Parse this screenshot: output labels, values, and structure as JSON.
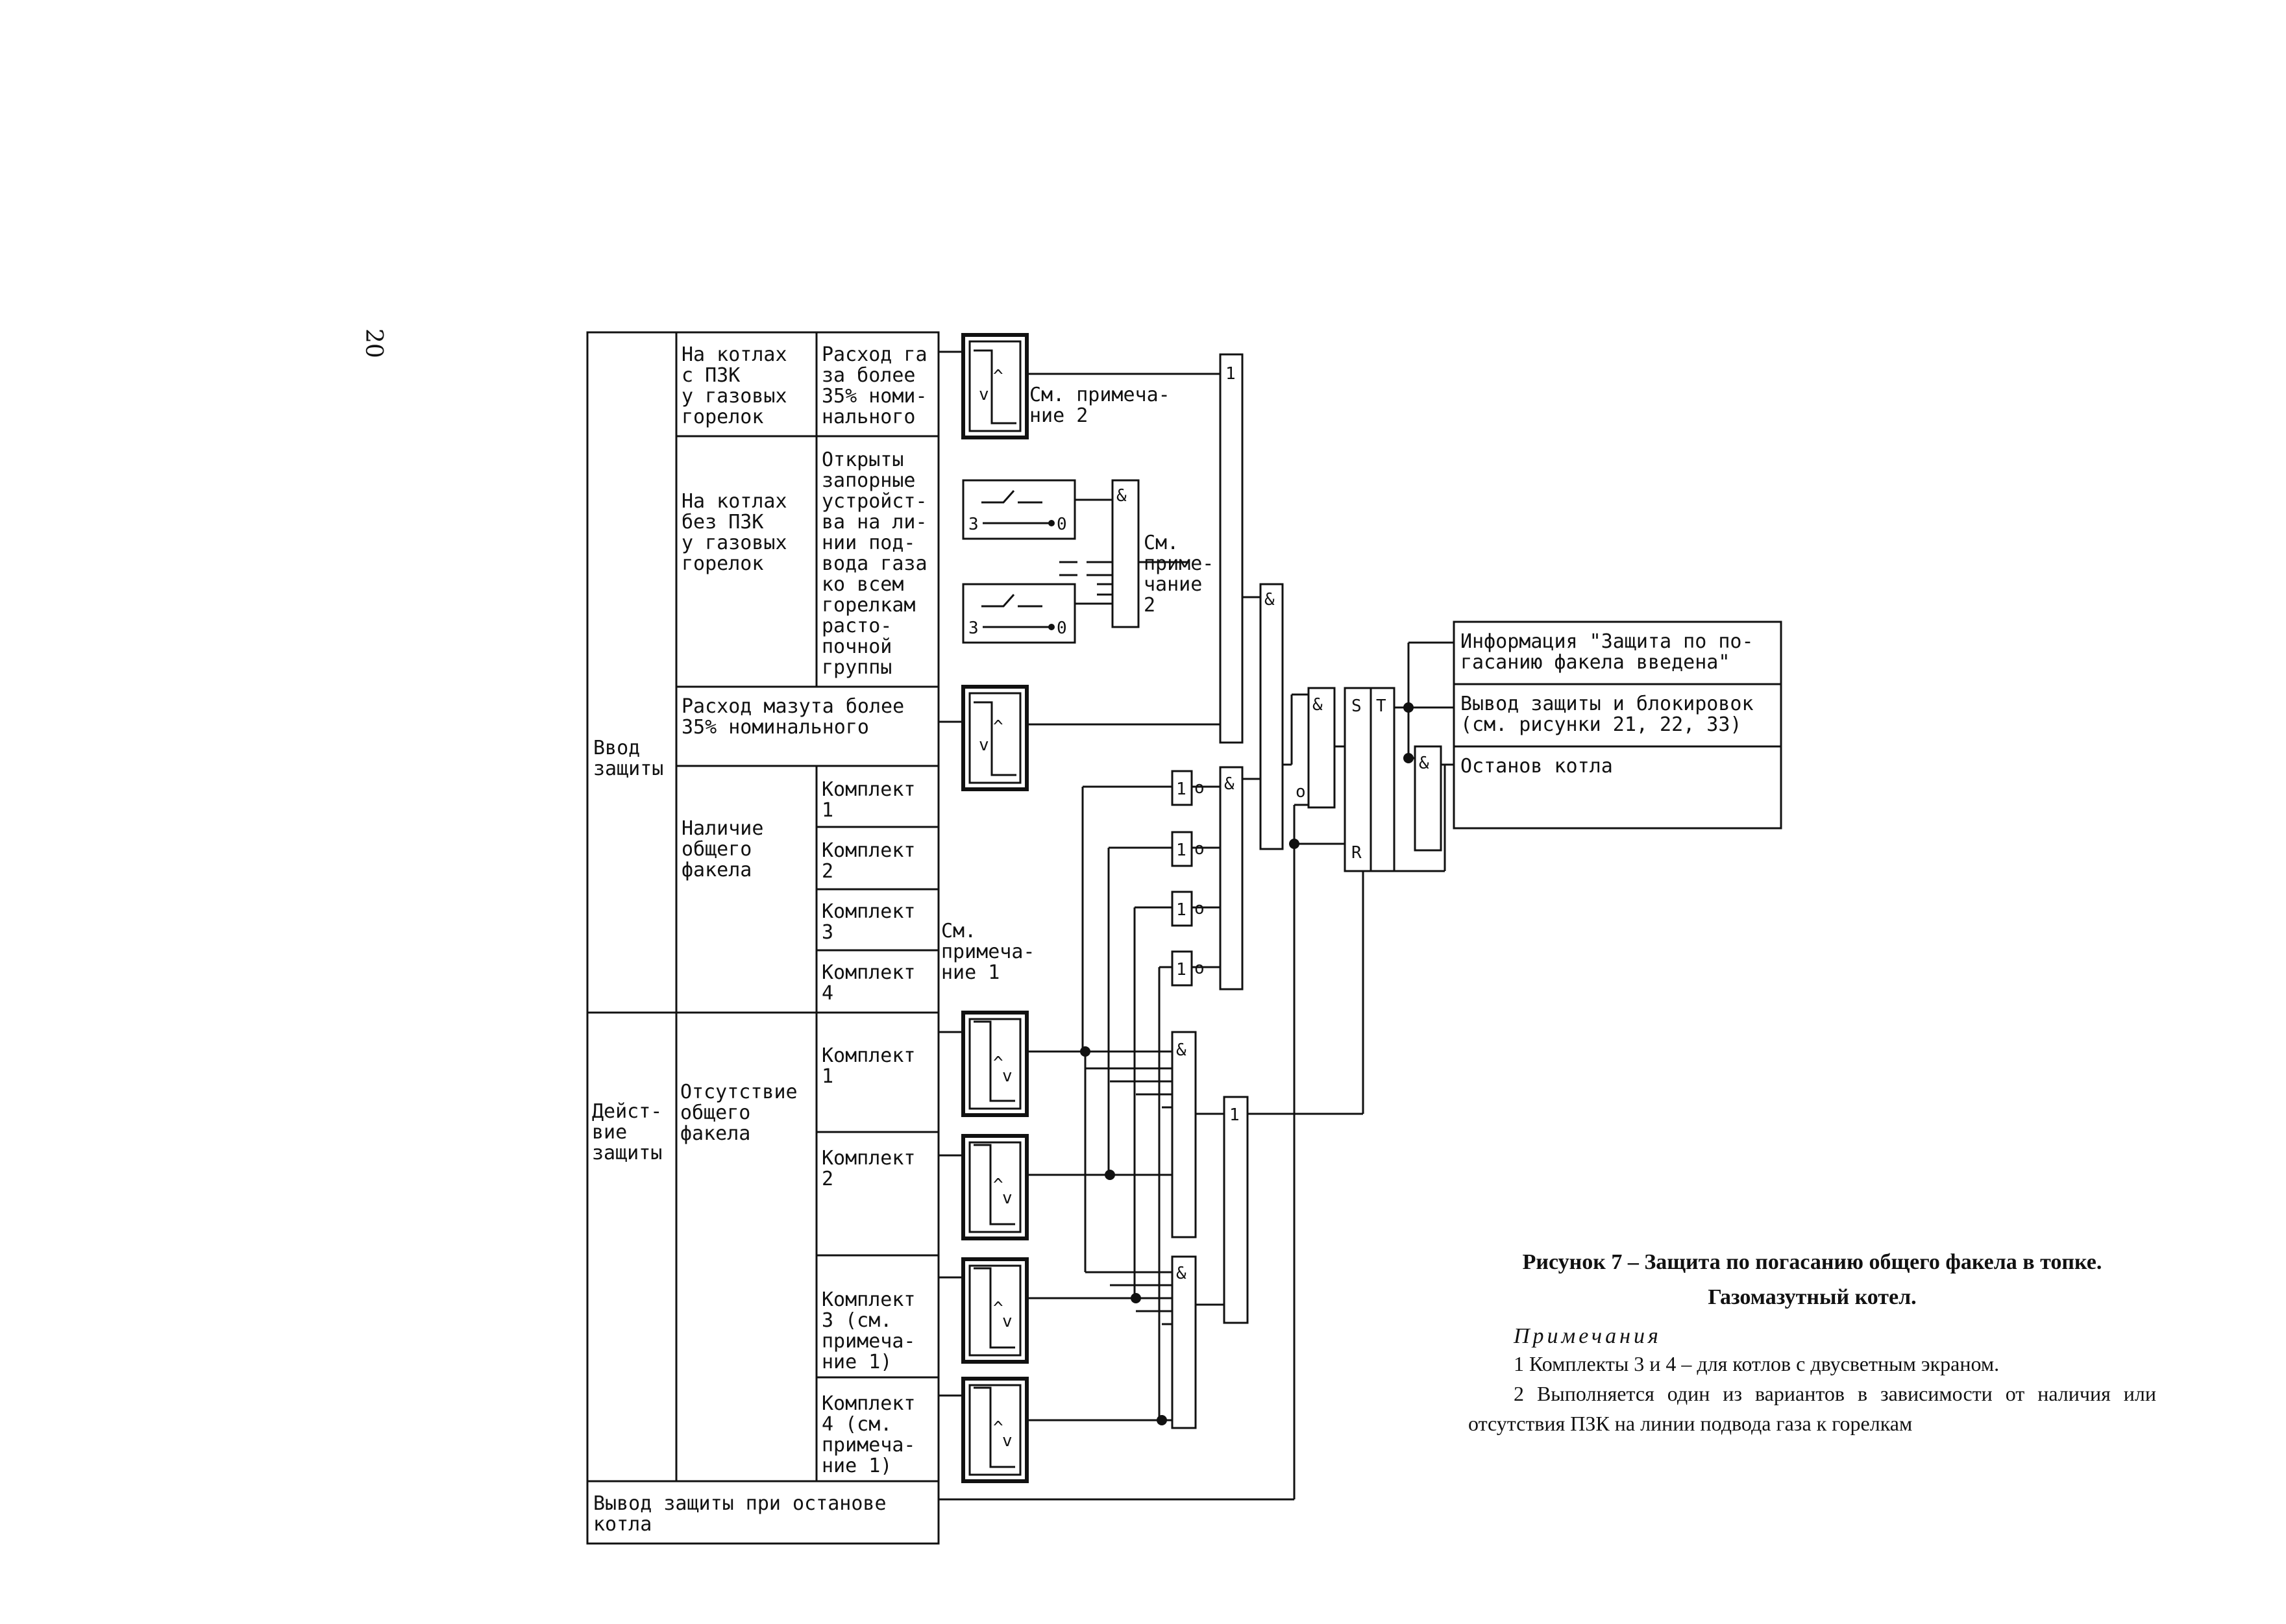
{
  "page_number": "20",
  "left_table": {
    "group_input": "Ввод\nзащиты",
    "group_action": "Дейст-\nвие\nзащиты",
    "with_pzk": "На котлах\nс  ПЗК\nу газовых\nгорелок",
    "gas_flow": "Расход га\nза более\n35% номи-\nнального",
    "without_pzk": "На котлах\nбез ПЗК\nу газовых\nгорелок",
    "valves_open": "Открыты\nзапорные\nустройст-\nва на ли-\nнии под-\nвода газа\nко всем\nгорелкам\nрасто-\nпочной\nгруппы",
    "fuel_oil_flow": "Расход мазута более\n35% номинального",
    "flame_present": "Наличие\nобщего\nфакела",
    "flame_absent": "Отсутствие\nобщего\nфакела",
    "kit1": "Комплект\n1",
    "kit2": "Комплект\n2",
    "kit3": "Комплект\n3",
    "kit4": "Комплект\n4",
    "kit1b": "Комплект\n1",
    "kit2b": "Комплект\n2",
    "kit3b": "Комплект\n3 (см.\nпримеча-\nние 1)",
    "kit4b": "Комплект\n4 (см.\nпримеча-\nние 1)",
    "disable_on_stop": "Вывод защиты при останове\nкотла"
  },
  "notes_refs": {
    "see_note2_top": "См. примеча-\nние 2",
    "see_note2_mid": "См.\nприме-\nчание\n2",
    "see_note1": "См.\nпримеча-\nние 1"
  },
  "switch_labels": {
    "sw1_left": "3",
    "sw1_right": "0",
    "sw2_left": "3",
    "sw2_right": "0"
  },
  "gate_labels": {
    "or": "1",
    "and": "&",
    "not_out": "o",
    "set": "S",
    "reset": "R",
    "trigger": "T"
  },
  "outputs": {
    "info": "Информация \"Защита по по-\nгасанию факела введена\"",
    "output_protect": "Вывод защиты и блокировок\n(см. рисунки 21, 22, 33)",
    "boiler_stop": "Останов котла"
  },
  "caption": {
    "title": "Рисунок 7 – Защита по погасанию общего факела в топке. Газомазутный котел.",
    "notes_heading": "Примечания",
    "note1": "1 Комплекты 3 и 4 – для котлов с двусветным экраном.",
    "note2": "2 Выполняется один из вариантов в зависимости от наличия или отсутствия ПЗК на линии подвода газа к горелкам"
  }
}
